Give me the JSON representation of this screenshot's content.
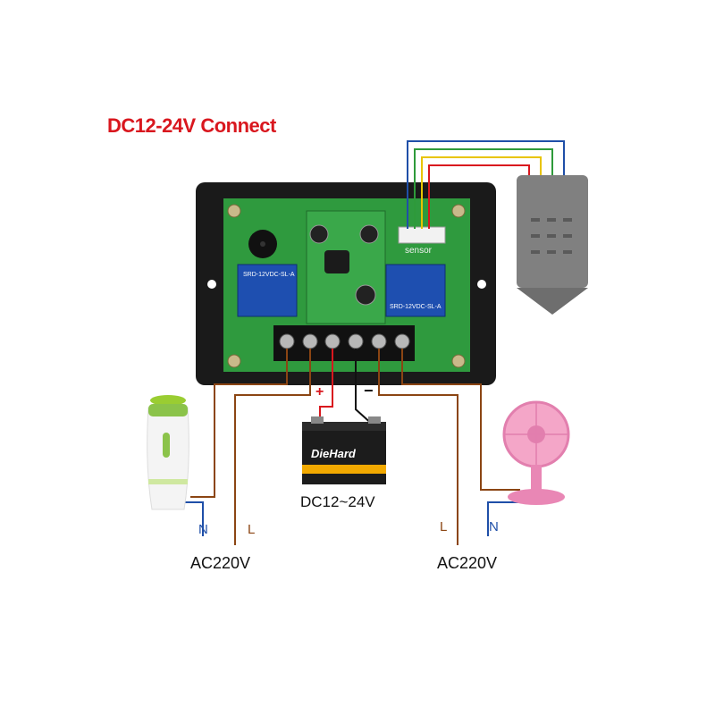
{
  "title": "DC12-24V Connect",
  "battery": {
    "label": "DC12~24V",
    "brand": "DieHard",
    "plus": "+",
    "minus": "−"
  },
  "sensor": {
    "label": "sensor"
  },
  "relays": {
    "left": "SRD-12VDC-SL-A",
    "right": "SRD-12VDC-SL-A"
  },
  "left_load": {
    "supply": "AC220V",
    "neutral": "N",
    "live": "L"
  },
  "right_load": {
    "supply": "AC220V",
    "neutral": "N",
    "live": "L"
  },
  "colors": {
    "title": "#d9171e",
    "brown_wire": "#8b4513",
    "blue_wire": "#1f4fa8",
    "red_wire": "#d9171e",
    "black_wire": "#111111",
    "board": "#2f9a3e",
    "case": "#1a1a1a"
  }
}
